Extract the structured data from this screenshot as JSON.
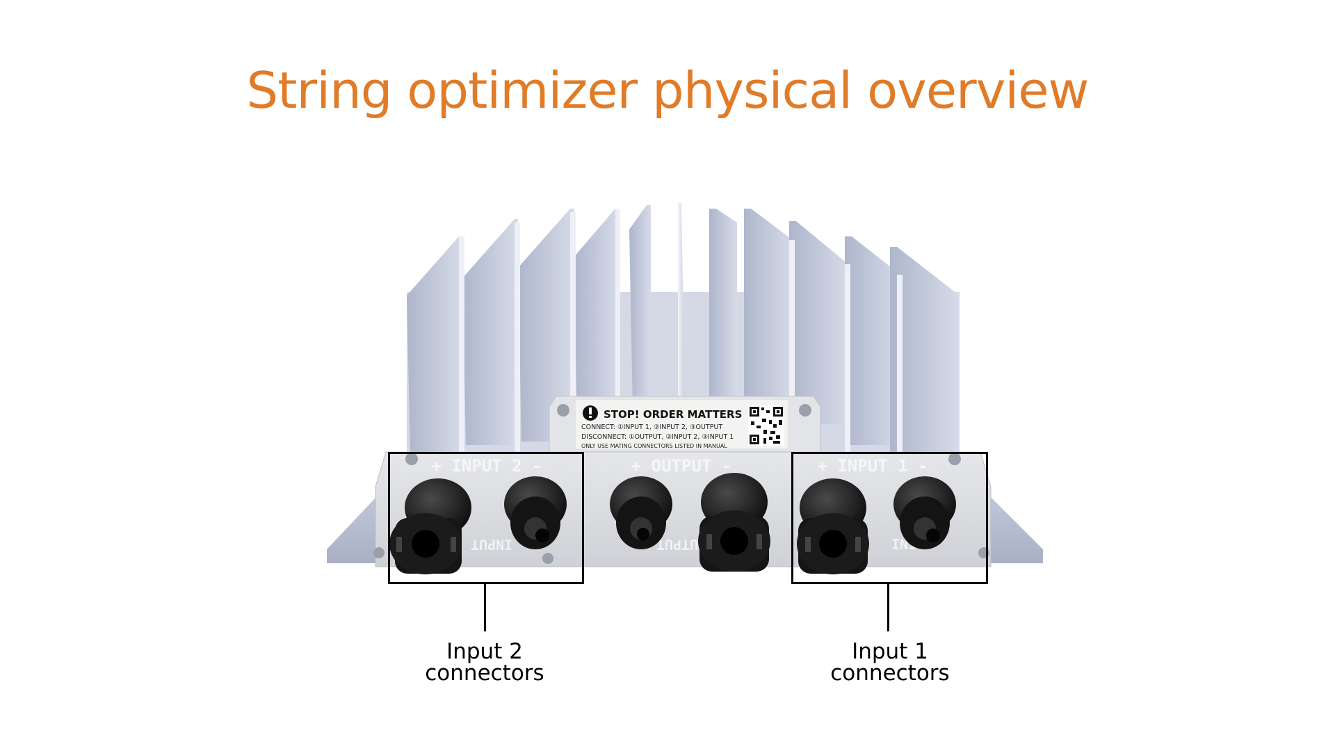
{
  "slide": {
    "title": "String optimizer physical overview",
    "title_color": "#e07b28"
  },
  "device": {
    "label_title": "STOP! ORDER MATTERS",
    "label_line1": "CONNECT: ①INPUT 1, ②INPUT 2, ③OUTPUT",
    "label_line2": "DISCONNECT: ①OUTPUT, ②INPUT 2, ③INPUT 1",
    "label_line3": "ONLY USE MATING CONNECTORS LISTED IN MANUAL",
    "port_input2": "+ INPUT 2 -",
    "port_output": "+ OUTPUT -",
    "port_input1": "+ INPUT 1 -",
    "port_input2_mirror": "INPUT 2",
    "port_output_mirror": "OUTPUT",
    "port_input1_mirror": "INI"
  },
  "callouts": {
    "input2": {
      "line1": "Input 2",
      "line2": "connectors"
    },
    "input1": {
      "line1": "Input 1",
      "line2": "connectors"
    }
  }
}
